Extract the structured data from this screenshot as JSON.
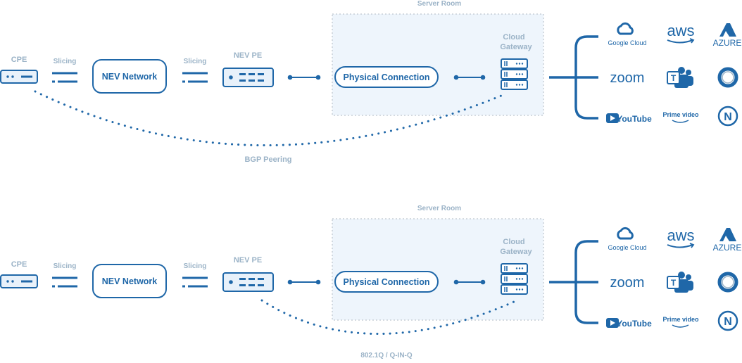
{
  "colors": {
    "primary": "#1f67a8",
    "light": "#9bb3c7",
    "server_room_fill": "#eef5fc",
    "server_room_border": "#c7cfd6"
  },
  "diagrams": [
    {
      "server_room": "Server Room",
      "cpe": "CPE",
      "slicing_left": "Slicing",
      "network": "NEV Network",
      "slicing_right": "Slicing",
      "pe": "NEV PE",
      "physical": "Physical Connection",
      "gateway_line1": "Cloud",
      "gateway_line2": "Gateway",
      "peering": "BGP Peering"
    },
    {
      "server_room": "Server Room",
      "cpe": "CPE",
      "slicing_left": "Slicing",
      "network": "NEV Network",
      "slicing_right": "Slicing",
      "pe": "NEV PE",
      "physical": "Physical Connection",
      "gateway_line1": "Cloud",
      "gateway_line2": "Gateway",
      "peering": "802.1Q / Q-IN-Q"
    }
  ],
  "providers": {
    "google": "Google Cloud",
    "aws": "aws",
    "azure": "AZURE",
    "zoom": "zoom",
    "teams_icon": "teams-icon",
    "oracle_icon": "ring-logo-icon",
    "youtube": "YouTube",
    "prime": "Prime video",
    "netflix_icon": "n-logo-icon"
  }
}
